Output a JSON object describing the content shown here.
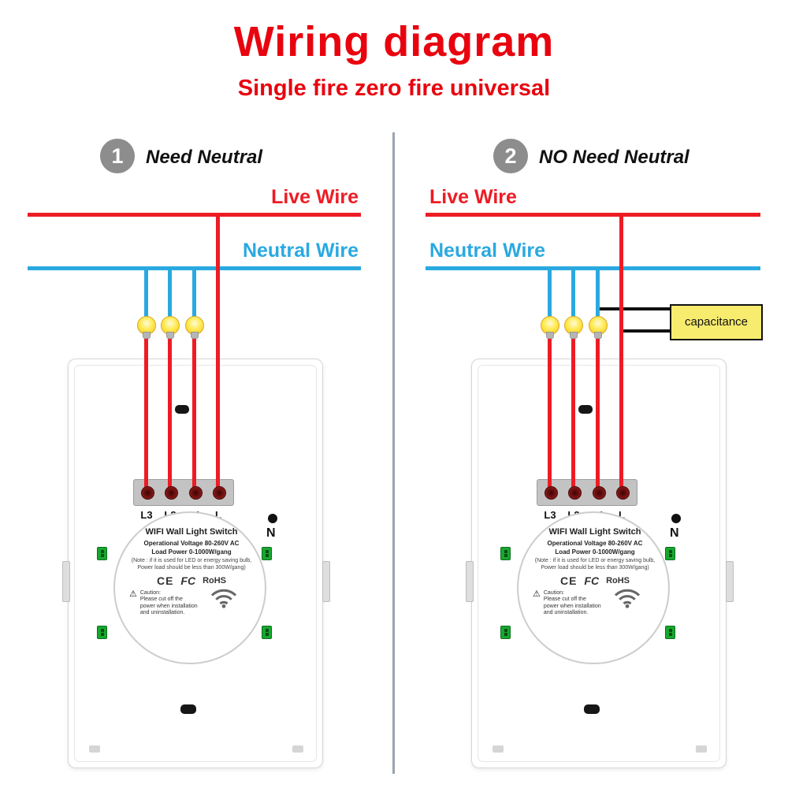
{
  "header": {
    "title": "Wiring diagram",
    "subtitle": "Single fire zero fire universal"
  },
  "panels": [
    {
      "badge": "1",
      "heading": "Need Neutral",
      "live_label": "Live Wire",
      "neutral_label": "Neutral Wire"
    },
    {
      "badge": "2",
      "heading": "NO Need Neutral",
      "live_label": "Live Wire",
      "neutral_label": "Neutral Wire",
      "capacitor_label": "capacitance"
    }
  ],
  "device": {
    "terminals": [
      "L3",
      "L2",
      "L1",
      "L"
    ],
    "neutral": "N",
    "title": "WIFI Wall Light Switch",
    "voltage": "Operational Voltage  80-260V AC",
    "load": "Load Power 0-1000W/gang",
    "note_line1": "(Note : if it is used for LED or energy saving bulb,",
    "note_line2": "Power load should be less than 300W/gang)",
    "cert_ce": "CE",
    "cert_fcc": "FC",
    "cert_rohs": "RoHS",
    "caution_title": "Caution:",
    "caution_line1": "Please cut off the",
    "caution_line2": "power when installation",
    "caution_line3": "and uninstallation."
  },
  "icons": {
    "warning": "⚠"
  },
  "colors": {
    "accent-red": "#e8040f",
    "wire-red": "#ed1c24",
    "wire-blue": "#2aa9e0",
    "badge-gray": "#8d8d8d",
    "divider-gray": "#9aa4ad",
    "cap-yellow": "#f8ec6f",
    "green-connector": "#17a82f"
  }
}
